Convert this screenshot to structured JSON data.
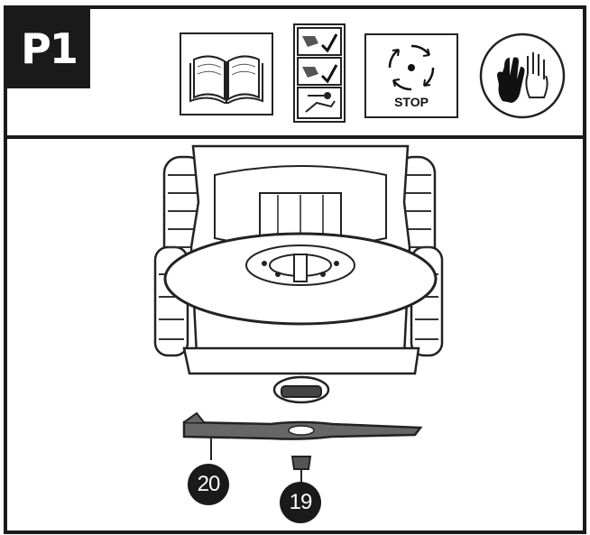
{
  "header": {
    "badge": "P1",
    "icons": {
      "manual": "open-book-icon",
      "steps": "safety-steps-icon",
      "stop": "rotating-blade-stop-icon",
      "gloves": "protective-gloves-icon"
    },
    "stop_label": "STOP"
  },
  "diagram": {
    "parts": {
      "blade": "20",
      "bolt": "19"
    }
  }
}
